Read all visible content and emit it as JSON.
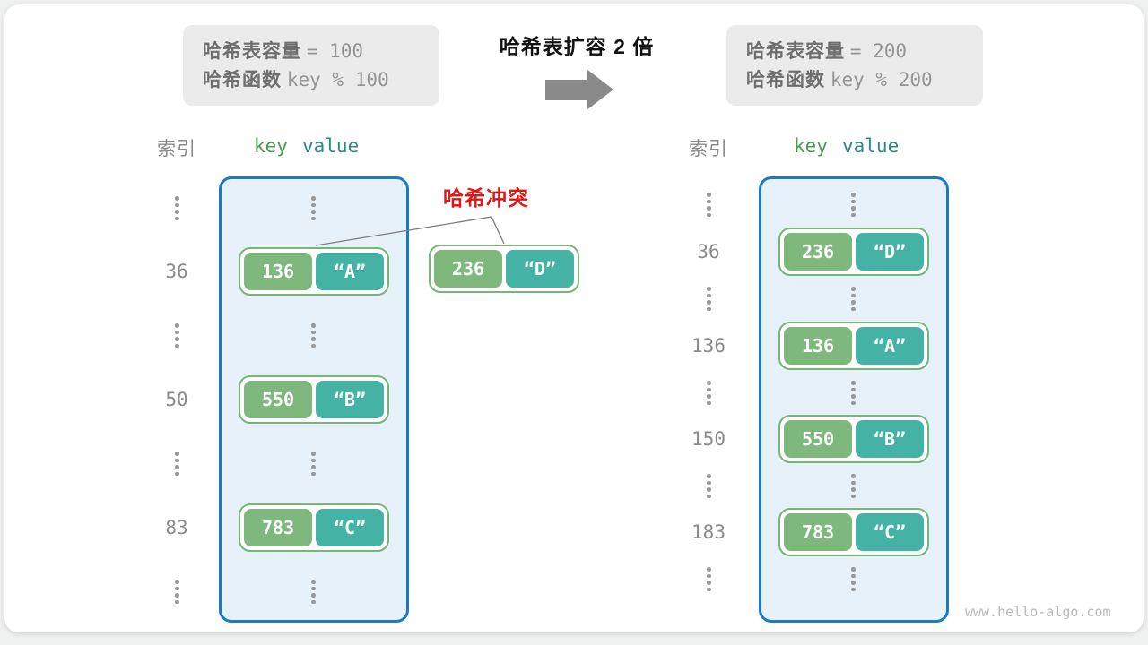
{
  "header": {
    "old_box": {
      "capacity_label": "哈希表容量",
      "capacity_value": "= 100",
      "hash_label": "哈希函数",
      "hash_value": "key % 100"
    },
    "title": "哈希表扩容 2 倍",
    "new_box": {
      "capacity_label": "哈希表容量",
      "capacity_value": "= 200",
      "hash_label": "哈希函数",
      "hash_value": "key % 200"
    }
  },
  "collision": {
    "label": "哈希冲突",
    "floating_pair": {
      "key": "236",
      "value": "“D”"
    }
  },
  "old_table": {
    "index_header": "索引",
    "key_header": "key",
    "value_header": "value",
    "rows": [
      {
        "kind": "dots"
      },
      {
        "kind": "entry",
        "index": "36",
        "key": "136",
        "value": "“A”"
      },
      {
        "kind": "dots"
      },
      {
        "kind": "entry",
        "index": "50",
        "key": "550",
        "value": "“B”"
      },
      {
        "kind": "dots"
      },
      {
        "kind": "entry",
        "index": "83",
        "key": "783",
        "value": "“C”"
      },
      {
        "kind": "dots"
      }
    ]
  },
  "new_table": {
    "index_header": "索引",
    "key_header": "key",
    "value_header": "value",
    "rows": [
      {
        "kind": "dots"
      },
      {
        "kind": "entry",
        "index": "36",
        "key": "236",
        "value": "“D”"
      },
      {
        "kind": "dots"
      },
      {
        "kind": "entry",
        "index": "136",
        "key": "136",
        "value": "“A”"
      },
      {
        "kind": "dots"
      },
      {
        "kind": "entry",
        "index": "150",
        "key": "550",
        "value": "“B”"
      },
      {
        "kind": "dots"
      },
      {
        "kind": "entry",
        "index": "183",
        "key": "783",
        "value": "“C”"
      },
      {
        "kind": "dots"
      }
    ]
  },
  "watermark": "www.hello-algo.com",
  "colors": {
    "key_green": "#7eb87d",
    "value_teal": "#45b2a6",
    "pair_border_green": "#79b478",
    "table_border_blue": "#1a7ac6",
    "table_bg_blue": "#e7f1fa",
    "info_box_gray": "#ebebeb",
    "collision_red": "#e31515",
    "arrow_gray": "#8a8a8a"
  }
}
